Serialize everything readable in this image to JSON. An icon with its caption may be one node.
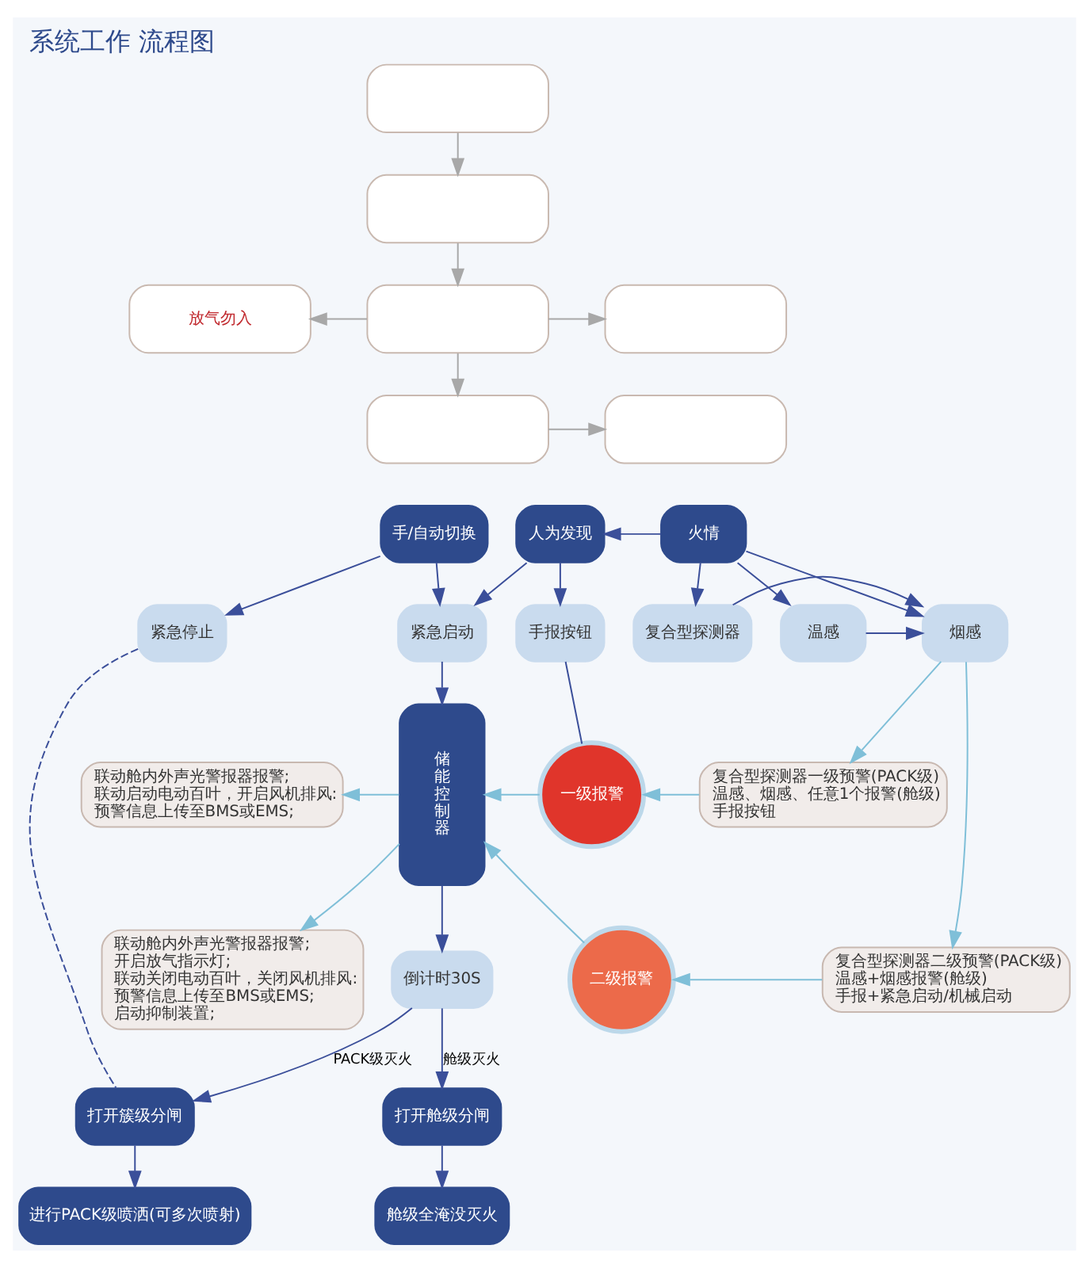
{
  "diagram": {
    "title": "系统工作 流程图",
    "nodes": [
      {
        "text": [],
        "shape": "box"
      },
      {
        "text": [],
        "shape": "box"
      },
      {
        "text": [],
        "shape": "box"
      },
      {
        "text": [],
        "shape": "box"
      },
      {
        "text": [
          "放气勿入"
        ]
      },
      {
        "text": [],
        "shape": "box"
      },
      {
        "text": [],
        "shape": "box"
      },
      {
        "text": [
          "手/自动切换"
        ]
      },
      {
        "text": [
          "人为发现"
        ]
      },
      {
        "text": [
          "火情"
        ]
      },
      {
        "text": [
          "紧急停止"
        ]
      },
      {
        "text": [
          "紧急启动"
        ]
      },
      {
        "text": [
          "手报按钮"
        ]
      },
      {
        "text": [
          "复合型探测器"
        ]
      },
      {
        "text": [
          "温感"
        ]
      },
      {
        "text": [
          "烟感"
        ]
      },
      {
        "text": [
          "储能控制器"
        ]
      },
      {
        "text": [
          "一级报警"
        ]
      },
      {
        "text": [
          "二级报警"
        ]
      },
      {
        "text": [
          "联动舱内外声光警报器报警;",
          "联动启动电动百叶，开启风机排风:",
          "预警信息上传至BMS或EMS;"
        ]
      },
      {
        "text": [
          "联动舱内外声光警报器报警;",
          "开启放气指示灯;",
          "联动关闭电动百叶，关闭风机排风:",
          "预警信息上传至BMS或EMS;",
          "启动抑制装置;"
        ]
      },
      {
        "text": [
          "复合型探测器一级预警(PACK级)",
          "温感、烟感、任意1个报警(舱级)",
          "手报按钮"
        ]
      },
      {
        "text": [
          "复合型探测器二级预警(PACK级)",
          "温感+烟感报警(舱级)",
          "手报+紧急启动/机械启动"
        ]
      },
      {
        "text": [
          "倒计时30S"
        ]
      },
      {
        "text": [
          "打开簇级分闸"
        ]
      },
      {
        "text": [
          "打开舱级分闸"
        ]
      },
      {
        "text": [
          "进行PACK级喷洒(可多次喷射)"
        ]
      },
      {
        "text": [
          "舱级全淹没灭火"
        ]
      }
    ],
    "edges": [
      {
        "from": 0,
        "to": 1,
        "arrow": "to",
        "color": "#a8a8a8"
      },
      {
        "from": 1,
        "to": 2,
        "arrow": "to",
        "color": "#a8a8a8"
      },
      {
        "from": 2,
        "to": 4,
        "arrow": "to",
        "color": "#a8a8a8"
      },
      {
        "from": 2,
        "to": 5,
        "arrow": "to",
        "color": "#a8a8a8"
      },
      {
        "from": 2,
        "to": 3,
        "arrow": "to",
        "color": "#a8a8a8"
      },
      {
        "from": 3,
        "to": 6,
        "arrow": "to",
        "color": "#a8a8a8"
      },
      {
        "from": 9,
        "to": 8,
        "arrow": "to"
      },
      {
        "from": 7,
        "to": 10,
        "arrow": "to"
      },
      {
        "from": 7,
        "to": 11,
        "arrow": "to"
      },
      {
        "from": 8,
        "to": 11,
        "arrow": "to"
      },
      {
        "from": 8,
        "to": 12,
        "arrow": "to"
      },
      {
        "from": 9,
        "to": 13,
        "arrow": "to"
      },
      {
        "from": 9,
        "to": 14,
        "arrow": "to"
      },
      {
        "from": 9,
        "to": 15,
        "arrow": "to"
      },
      {
        "from": 13,
        "to": 15,
        "arrow": "to"
      },
      {
        "from": 14,
        "to": 15,
        "arrow": "to"
      },
      {
        "from": 15,
        "to": 21,
        "arrow": "to",
        "color": "#7fbfd8"
      },
      {
        "from": 15,
        "to": 22,
        "arrow": "to",
        "color": "#7fbfd8"
      },
      {
        "from": 11,
        "to": 16,
        "arrow": "to"
      },
      {
        "from": 12,
        "to": 17,
        "arrow": "none"
      },
      {
        "from": 21,
        "to": 17,
        "arrow": "to",
        "color": "#7fbfd8"
      },
      {
        "from": 22,
        "to": 18,
        "arrow": "to",
        "color": "#7fbfd8"
      },
      {
        "from": 17,
        "to": 16,
        "arrow": "to",
        "color": "#7fbfd8"
      },
      {
        "from": 18,
        "to": 16,
        "arrow": "to",
        "color": "#7fbfd8"
      },
      {
        "from": 16,
        "to": 19,
        "arrow": "to",
        "color": "#7fbfd8"
      },
      {
        "from": 16,
        "to": 20,
        "arrow": "to",
        "color": "#7fbfd8"
      },
      {
        "from": 16,
        "to": 23,
        "arrow": "to"
      },
      {
        "from": 23,
        "to": 24,
        "arrow": "to",
        "label": "PACK级灭火"
      },
      {
        "from": 23,
        "to": 25,
        "arrow": "to",
        "label": "舱级灭火"
      },
      {
        "from": 10,
        "to": 24,
        "arrow": "none",
        "style": "dashed"
      },
      {
        "from": 24,
        "to": 26,
        "arrow": "to"
      },
      {
        "from": 25,
        "to": 27,
        "arrow": "to"
      }
    ]
  }
}
